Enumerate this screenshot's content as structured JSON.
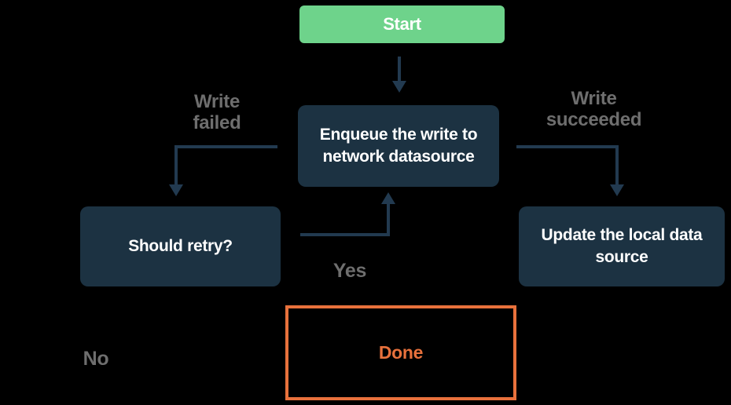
{
  "colors": {
    "background": "#000000",
    "start_fill": "#6ed38b",
    "node_fill": "#1c3242",
    "node_text": "#ffffff",
    "arrow": "#223a50",
    "edge_label_text": "#6e6e6e",
    "done_accent": "#e8713c"
  },
  "nodes": {
    "start": {
      "label": "Start"
    },
    "enqueue": {
      "label": "Enqueue the write to\nnetwork datasource"
    },
    "should_retry": {
      "label": "Should retry?"
    },
    "update_local": {
      "label": "Update the local data\nsource"
    },
    "done": {
      "label": "Done"
    }
  },
  "edge_labels": {
    "write_failed": "Write\nfailed",
    "write_succeeded": "Write\nsucceeded",
    "yes": "Yes",
    "no": "No"
  }
}
